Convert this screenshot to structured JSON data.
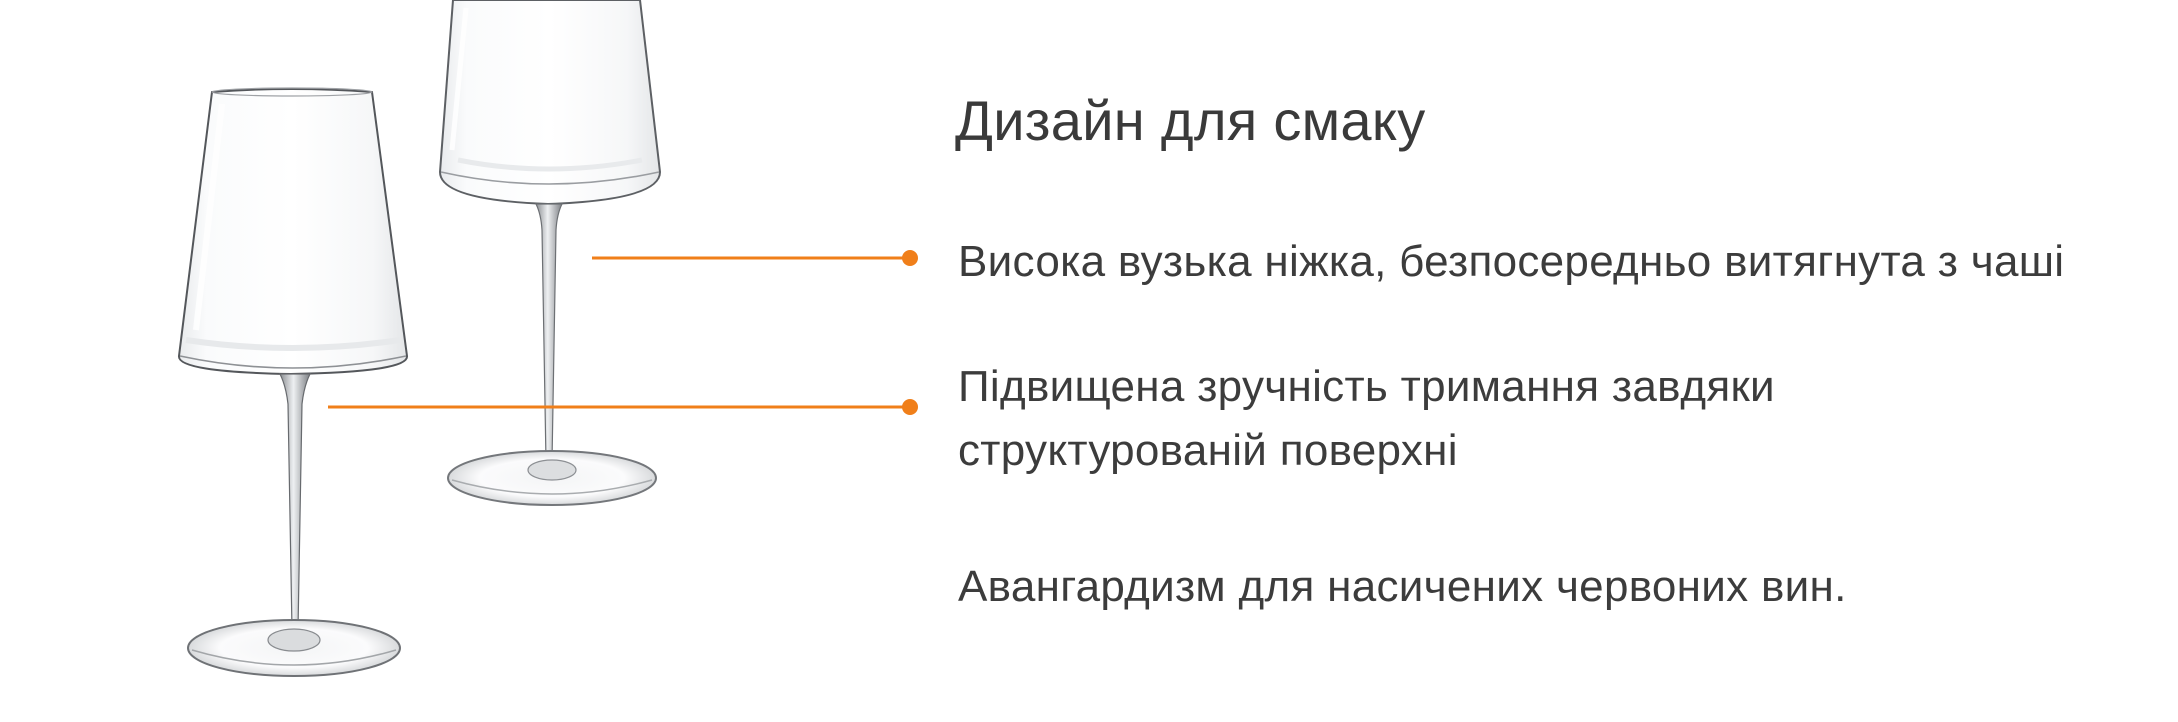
{
  "heading": "Дизайн для смаку",
  "features": [
    {
      "lines": [
        "Висока вузька ніжка, безпосередньо витягнута з чаші"
      ]
    },
    {
      "lines": [
        "Підвищена зручність тримання завдяки",
        "структурованій поверхні"
      ]
    },
    {
      "lines": [
        "Авангардизм для насичених червоних вин."
      ]
    }
  ],
  "colors": {
    "accent": "#f07f1a",
    "text": "#3c3c3c",
    "background": "#ffffff"
  }
}
